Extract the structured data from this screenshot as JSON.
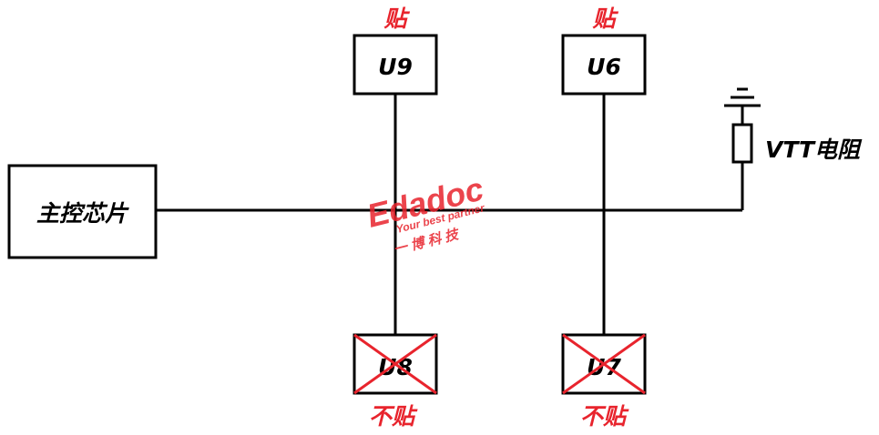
{
  "colors": {
    "line": "#000000",
    "fitted_label": "#e8242d",
    "not_fitted_label": "#e8242d",
    "cross": "#e8242d",
    "watermark": "#e8242d"
  },
  "controller": {
    "label": "主控芯片"
  },
  "termination": {
    "label": "VTT电阻",
    "icon": "ground-symbol"
  },
  "chips": {
    "u9": {
      "label": "U9",
      "status": "贴"
    },
    "u6": {
      "label": "U6",
      "status": "贴"
    },
    "u8": {
      "label": "U8",
      "status": "不贴"
    },
    "u7": {
      "label": "U7",
      "status": "不贴"
    }
  },
  "watermark": {
    "logo": "Edadoc",
    "tagline": "Your best partner",
    "chinese": "一 博 科 技"
  }
}
